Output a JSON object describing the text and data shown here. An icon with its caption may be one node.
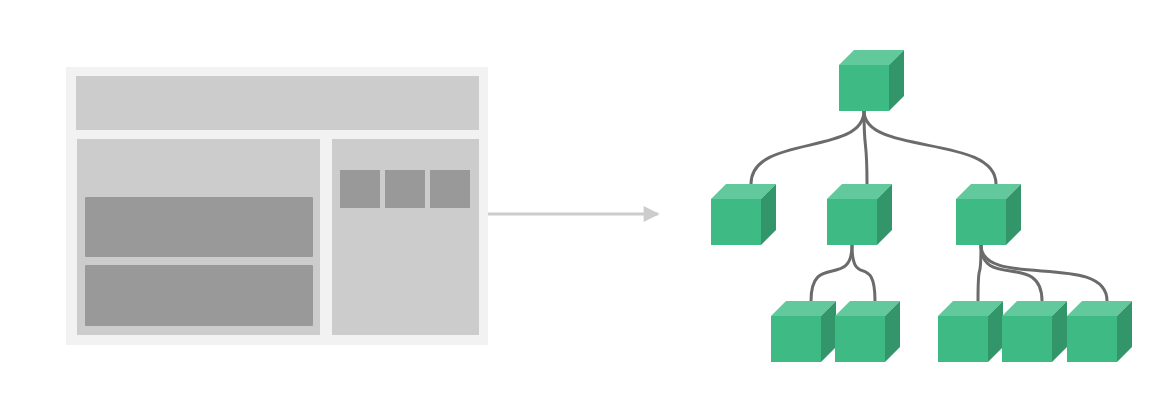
{
  "diagram": {
    "nodes": [
      {
        "text": [],
        "shape": "box"
      },
      {
        "text": [],
        "shape": "box",
        "in": 0
      },
      {
        "text": [],
        "shape": "box",
        "in": 0
      },
      {
        "text": [],
        "shape": "bar",
        "in": 2
      },
      {
        "text": [],
        "shape": "bar",
        "in": 2
      },
      {
        "text": [],
        "shape": "box",
        "in": 0
      },
      {
        "text": [],
        "shape": "box",
        "in": 5
      },
      {
        "text": [],
        "shape": "box",
        "in": 5
      },
      {
        "text": [],
        "shape": "box",
        "in": 5
      },
      {
        "text": [],
        "shape": "cube"
      },
      {
        "text": [],
        "shape": "cube"
      },
      {
        "text": [],
        "shape": "cube"
      },
      {
        "text": [],
        "shape": "cube"
      },
      {
        "text": [],
        "shape": "cube"
      },
      {
        "text": [],
        "shape": "cube"
      },
      {
        "text": [],
        "shape": "cube"
      },
      {
        "text": [],
        "shape": "cube"
      },
      {
        "text": [],
        "shape": "cube"
      }
    ],
    "edges": [
      {
        "from": 0,
        "to": null,
        "arrow": "to",
        "color": "#cccccc"
      },
      {
        "from": 9,
        "to": 10,
        "arrow": "none"
      },
      {
        "from": 9,
        "to": 11,
        "arrow": "none"
      },
      {
        "from": 9,
        "to": 12,
        "arrow": "none"
      },
      {
        "from": 11,
        "to": 13,
        "arrow": "none"
      },
      {
        "from": 11,
        "to": 14,
        "arrow": "none"
      },
      {
        "from": 12,
        "to": 15,
        "arrow": "none"
      },
      {
        "from": 12,
        "to": 16,
        "arrow": "none"
      },
      {
        "from": 12,
        "to": 17,
        "arrow": "none"
      }
    ]
  }
}
